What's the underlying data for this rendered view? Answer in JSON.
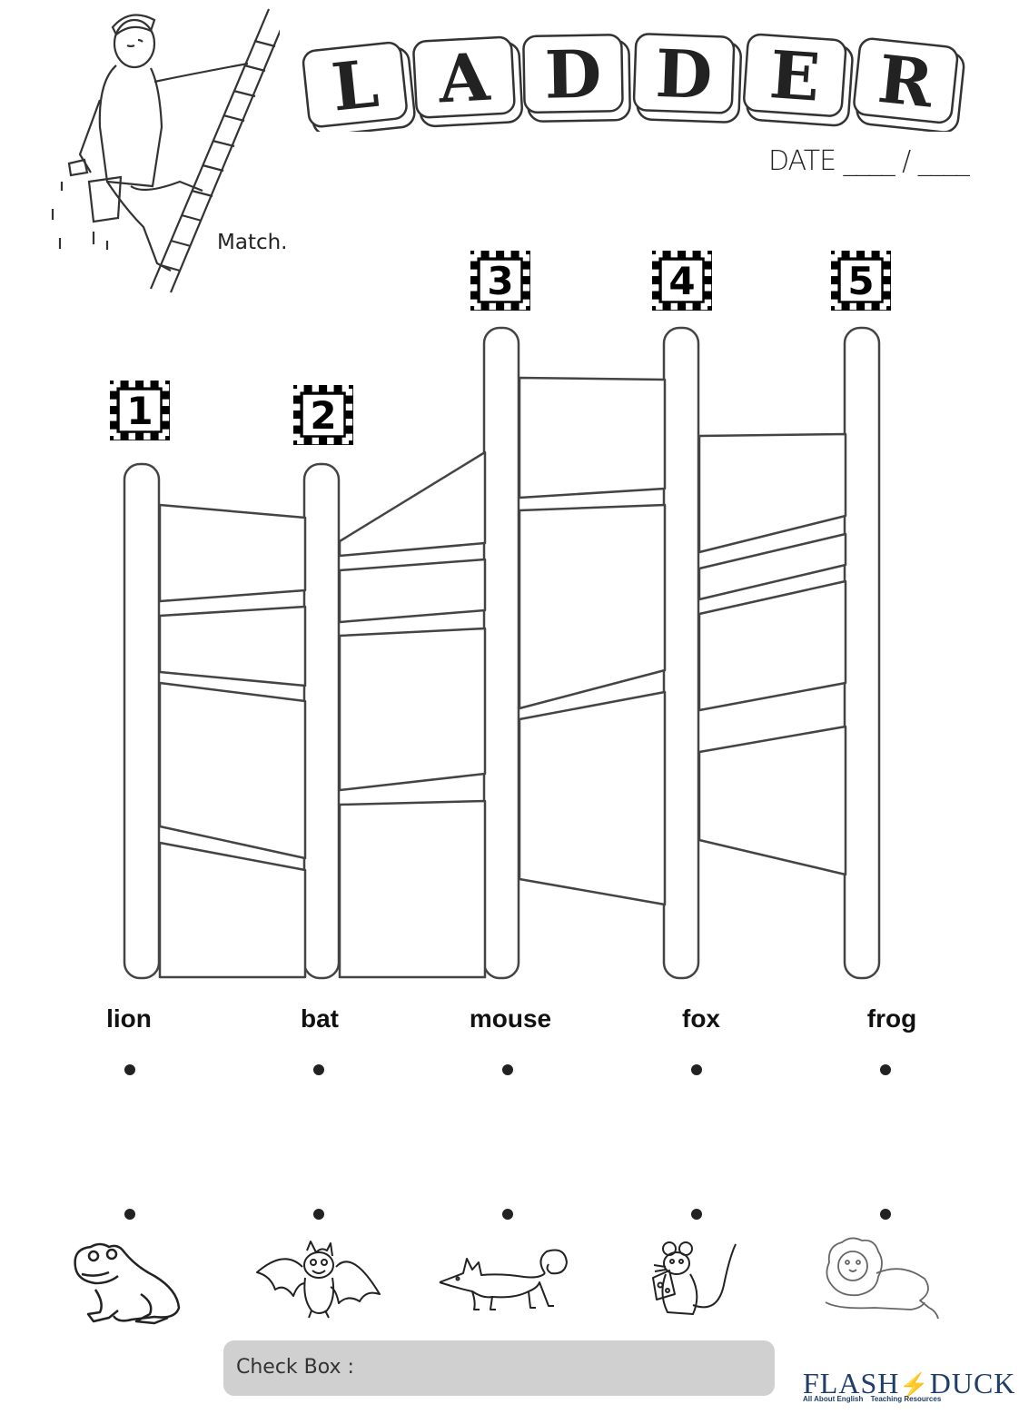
{
  "title": {
    "letters": [
      "L",
      "A",
      "D",
      "D",
      "E",
      "R"
    ]
  },
  "date": {
    "label": "DATE",
    "blank1": "____",
    "separator": "/",
    "blank2": "____"
  },
  "instruction": "Match.",
  "ladder_numbers": [
    "1",
    "2",
    "3",
    "4",
    "5"
  ],
  "words": [
    "lion",
    "bat",
    "mouse",
    "fox",
    "frog"
  ],
  "pictures": [
    {
      "icon": "frog-icon"
    },
    {
      "icon": "bat-icon"
    },
    {
      "icon": "fox-icon"
    },
    {
      "icon": "mouse-icon"
    },
    {
      "icon": "lion-icon"
    }
  ],
  "check_box": {
    "label": "Check Box :"
  },
  "brand": {
    "name_part1": "FLASH",
    "name_part2": "DUCK",
    "tagline1": "All About English",
    "tagline2": "Teaching Resources"
  }
}
